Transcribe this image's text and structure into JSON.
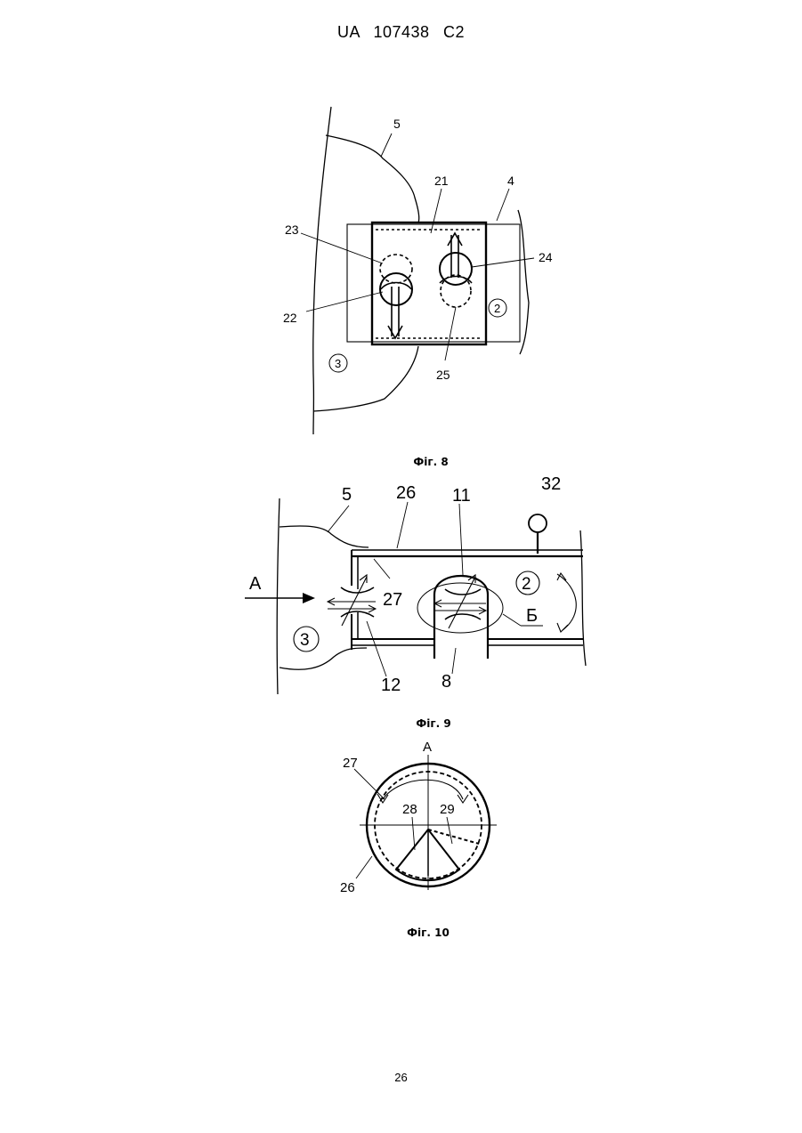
{
  "header": "UA   107438   C2",
  "page_number": "26",
  "figures": [
    {
      "caption": "Фіг. 8",
      "labels": {
        "l5": "5",
        "l21": "21",
        "l4": "4",
        "l23": "23",
        "l24": "24",
        "l22": "22",
        "l25": "25",
        "c2": "2",
        "c3": "3"
      }
    },
    {
      "caption": "Фіг. 9",
      "labels": {
        "l5": "5",
        "l26": "26",
        "l11": "11",
        "l32": "32",
        "lA": "A",
        "l27": "27",
        "c2": "2",
        "lB": "Б",
        "c3": "3",
        "l12": "12",
        "l8": "8"
      }
    },
    {
      "caption": "Фіг. 10",
      "labels": {
        "lA": "A",
        "l27": "27",
        "l28": "28",
        "l29": "29",
        "l26": "26"
      }
    }
  ]
}
